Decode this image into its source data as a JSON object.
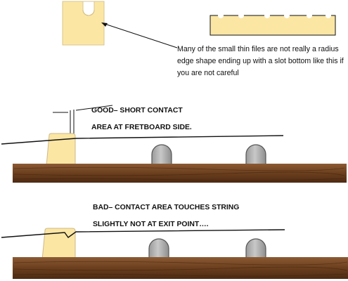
{
  "annotations": {
    "note_lines": [
      "Many of the small thin files are not really a radius",
      "edge shape ending up with a slot bottom like this if",
      "you are not careful"
    ],
    "good_lines": [
      "GOOD– SHORT CONTACT",
      "AREA AT FRETBOARD SIDE."
    ],
    "bad_lines": [
      "BAD– CONTACT AREA TOUCHES STRING",
      "SLIGHTLY NOT AT EXIT POINT…."
    ]
  },
  "colors": {
    "nut": "#fbe6a4",
    "nut_edge": "#c9b58a",
    "fret": "#b4b4b4",
    "fret_edge": "#555555",
    "wood_dark": "#5a3318",
    "wood_light": "#8c5a33",
    "string": "#111111"
  }
}
